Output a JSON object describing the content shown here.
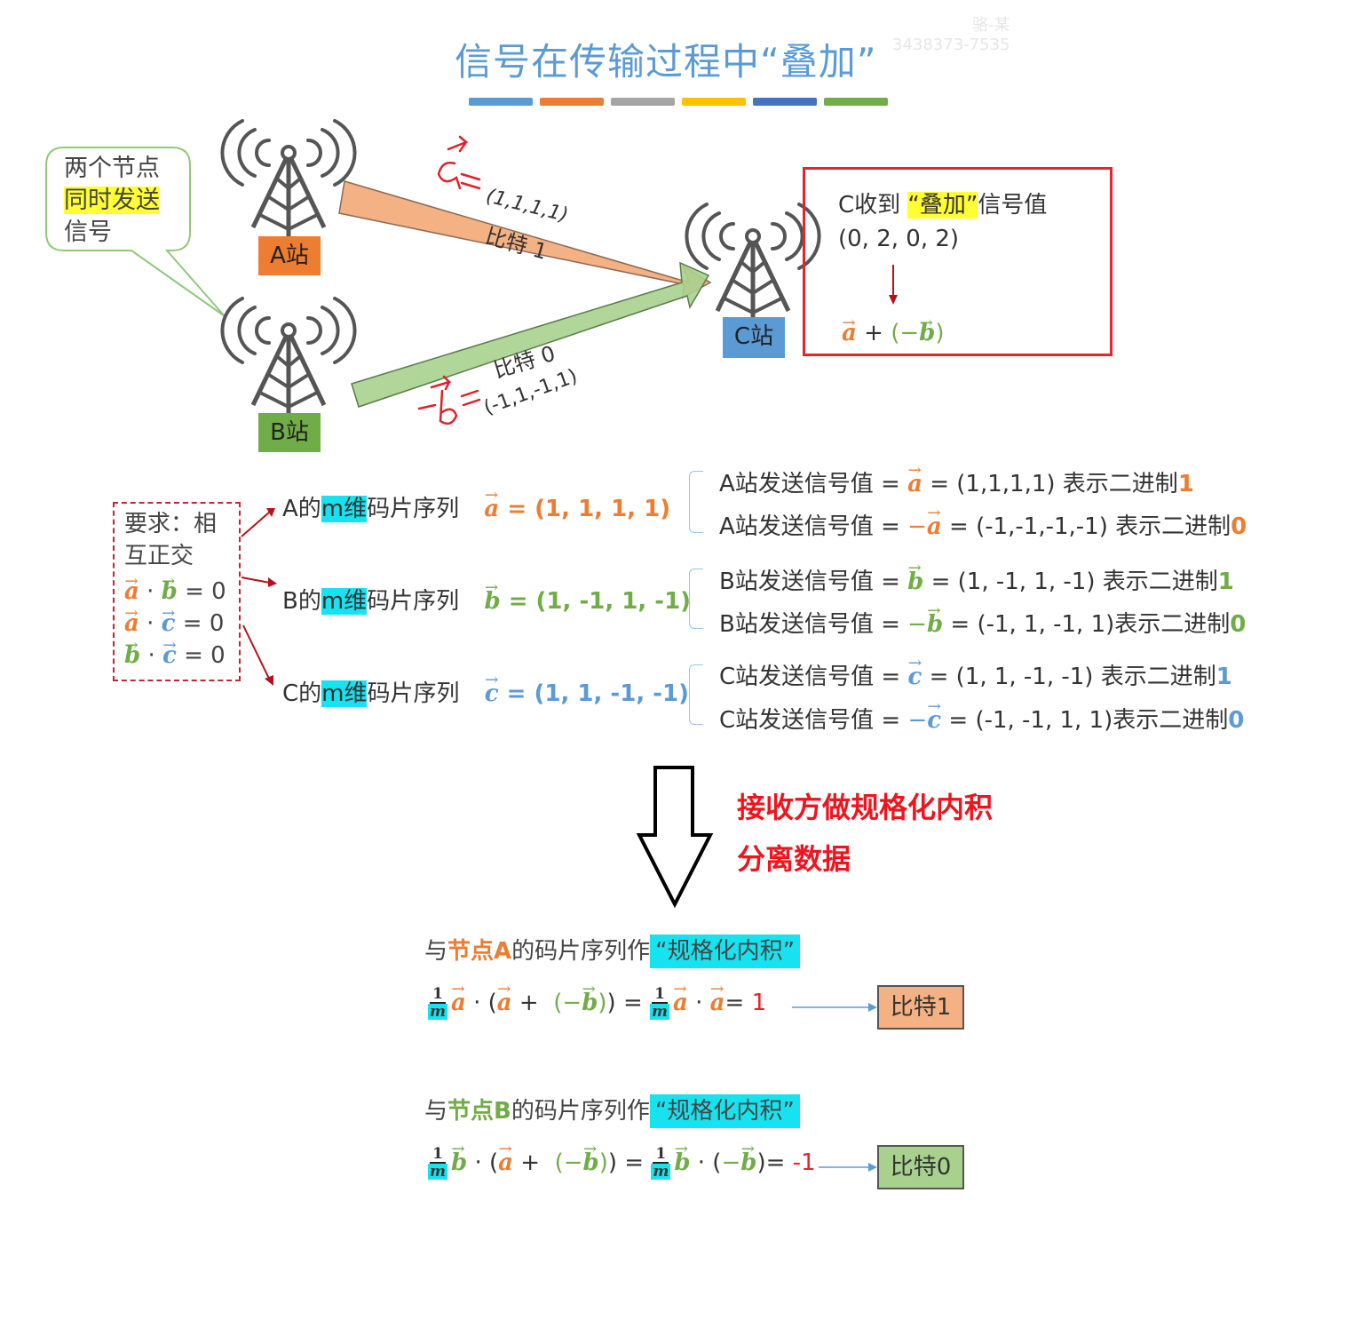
{
  "header": {
    "title": "信号在传输过程中“叠加”",
    "watermark_lines": [
      "骆-某",
      "3438373-7535"
    ],
    "color_bars": [
      "#5b9bd5",
      "#ed7d31",
      "#a5a5a5",
      "#ffc000",
      "#4472c4",
      "#70ad47"
    ]
  },
  "callout": {
    "line1": "两个节点",
    "line2_highlight": "同时发送",
    "line3": "信号"
  },
  "stations": {
    "a": {
      "label": "A站",
      "color": "#ed7d31"
    },
    "b": {
      "label": "B站",
      "color": "#70ad47"
    },
    "c": {
      "label": "C站",
      "color": "#5b9bd5"
    }
  },
  "transmission": {
    "a_arrow_label": "比特 1",
    "a_vector_symbol": "a=",
    "a_vector_value": "(1,1,1,1)",
    "b_arrow_label": "比特 0",
    "b_vector_symbol": "-b=",
    "b_vector_value": "(-1,1,-1,1)",
    "a_arrow_color": "#f4b183",
    "b_arrow_color": "#a9d18e"
  },
  "received": {
    "prefix": "C收到",
    "highlight": "“叠加”",
    "suffix": "信号值",
    "value": "(0, 2, 0, 2)",
    "expr_plus": "+",
    "expr_open": "(−",
    "expr_close": ")",
    "box_color": "#e8232c"
  },
  "requirement": {
    "line1": "要求：相",
    "line2": "互正交",
    "eq_ab": "= 0",
    "eq_ac": "= 0",
    "eq_bc": "= 0"
  },
  "chip_sequences": [
    {
      "prefix": "A的",
      "hl": "m维",
      "suffix": "码片序列",
      "sym": "a",
      "value": "= (1, 1, 1, 1)"
    },
    {
      "prefix": "B的",
      "hl": "m维",
      "suffix": "码片序列",
      "sym": "b",
      "value": "= (1, -1, 1, -1)"
    },
    {
      "prefix": "C的",
      "hl": "m维",
      "suffix": "码片序列",
      "sym": "c",
      "value": "= (1, 1, -1, -1)"
    }
  ],
  "send_values": [
    {
      "prefix": "A站发送信号值 = ",
      "neg": "",
      "sym": "a",
      "rest": " =  (1,1,1,1) 表示二进制",
      "bit": "1"
    },
    {
      "prefix": "A站发送信号值 = ",
      "neg": "−",
      "sym": "a",
      "rest": " = (-1,-1,-1,-1) 表示二进制",
      "bit": "0"
    },
    {
      "prefix": "B站发送信号值 = ",
      "neg": "",
      "sym": "b",
      "rest": " = (1, -1, 1, -1) 表示二进制",
      "bit": "1"
    },
    {
      "prefix": "B站发送信号值 = ",
      "neg": "−",
      "sym": "b",
      "rest": " = (-1, 1, -1, 1)表示二进制",
      "bit": "0"
    },
    {
      "prefix": "C站发送信号值 = ",
      "neg": "",
      "sym": "c",
      "rest": " = (1, 1, -1, -1) 表示二进制",
      "bit": "1"
    },
    {
      "prefix": "C站发送信号值 = ",
      "neg": "−",
      "sym": "c",
      "rest": " = (-1, -1, 1, 1)表示二进制",
      "bit": "0"
    }
  ],
  "receiver_note": {
    "line1": "接收方做规格化内积",
    "line2": "分离数据"
  },
  "inner_products": [
    {
      "head_pre": "与",
      "head_node": "节点A",
      "head_mid": "的码片序列作",
      "head_hl": "“规格化内积”",
      "frac_num": "1",
      "frac_den": "m",
      "result": "1",
      "result_label": "比特1",
      "result_color": "#f4b183"
    },
    {
      "head_pre": "与",
      "head_node": "节点B",
      "head_mid": "的码片序列作",
      "head_hl": "“规格化内积”",
      "frac_num": "1",
      "frac_den": "m",
      "result": "-1",
      "result_label": "比特0",
      "result_color": "#a9d18e"
    }
  ]
}
